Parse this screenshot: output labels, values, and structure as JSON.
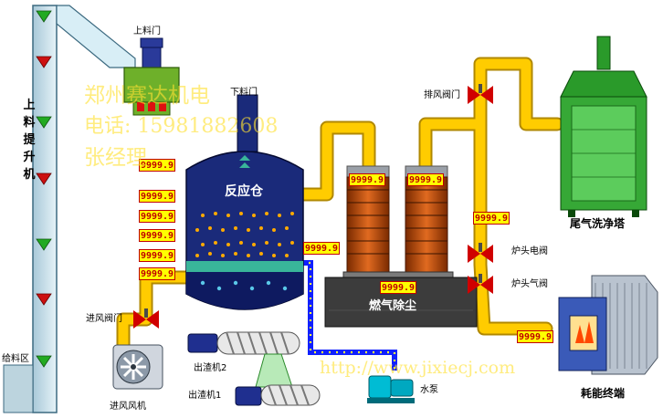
{
  "elevator": {
    "label": "上料提升机",
    "feed_zone": "给料区"
  },
  "labels": {
    "top_feed_door": "上料门",
    "bottom_feed_door": "下料门",
    "reactor": "反应仓",
    "gas_dust_removal": "燃气除尘",
    "exhaust_tower": "尾气洗净塔",
    "exhaust_valve": "排风阀门",
    "burner_electric_valve": "炉头电阀",
    "burner_gas_valve": "炉头气阀",
    "intake_valve": "进风阀门",
    "intake_fan": "进风风机",
    "slag_discharger_2": "出渣机2",
    "slag_discharger_1": "出渣机1",
    "water_pump": "水泵",
    "energy_terminal": "耗能终端"
  },
  "readings": {
    "reactor_top": "9999.9",
    "reactor_1": "9999.9",
    "reactor_2": "9999.9",
    "reactor_3": "9999.9",
    "reactor_4": "9999.9",
    "reactor_5": "9999.9",
    "reactor_side": "9999.9",
    "cyclone_left": "9999.9",
    "cyclone_right": "9999.9",
    "dust_base": "9999.9",
    "burner_line": "9999.9",
    "terminal_line": "9999.9"
  },
  "watermark": {
    "company": "郑州赛达机电",
    "phone": "电话: 15981882608",
    "contact": "张经理",
    "url": "http://www.jixiecj.com"
  },
  "colors": {
    "pipe": "#ffcc00",
    "pipe_edge": "#b08800",
    "valve": "#d00000",
    "reactor": "#1a2a7a",
    "machine": "#66aa22",
    "water_line": "#1020ff"
  }
}
